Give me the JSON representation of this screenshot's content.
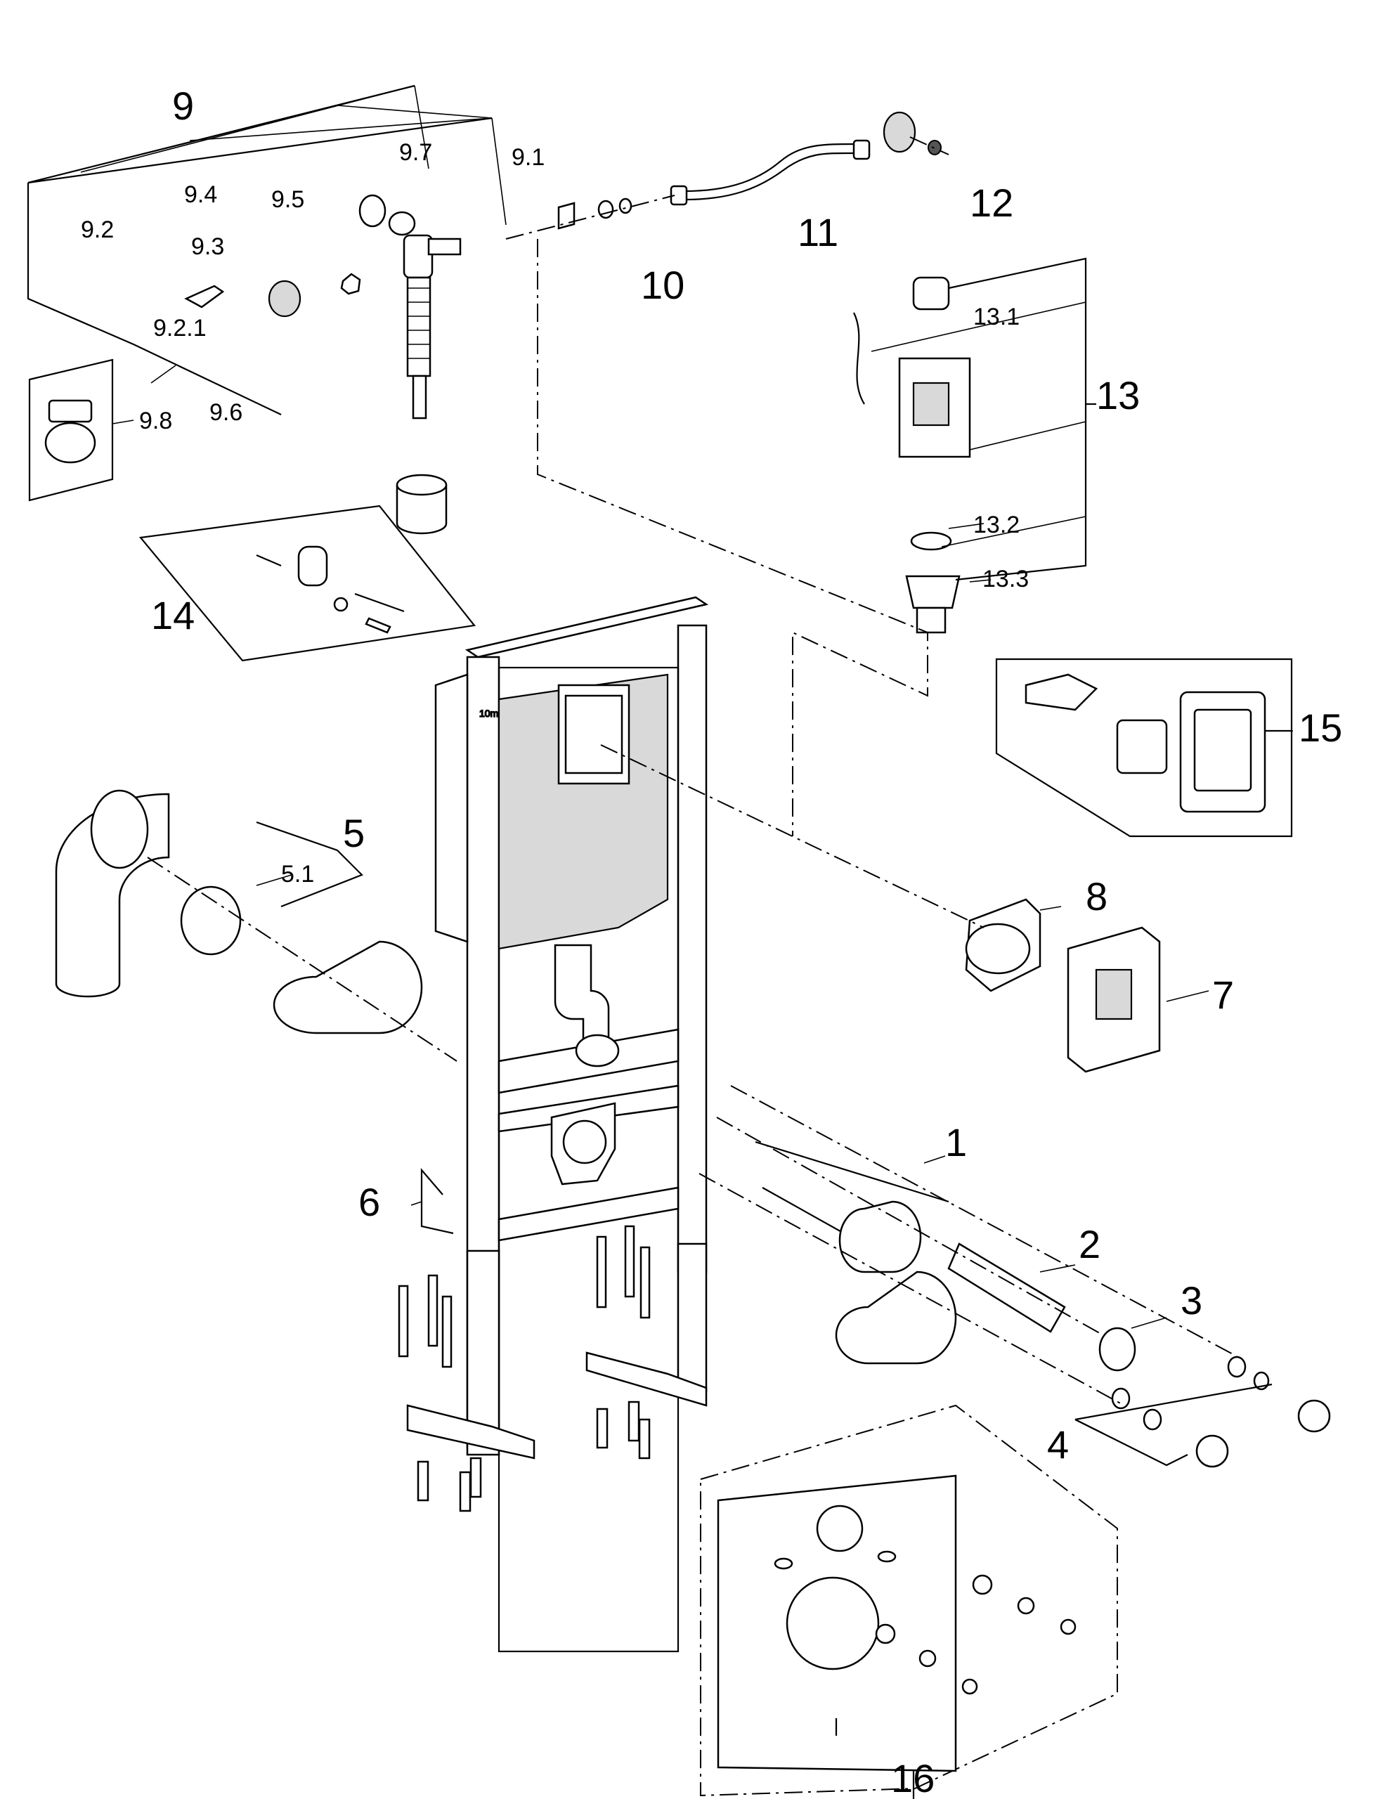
{
  "callouts": {
    "p1": "1",
    "p2": "2",
    "p3": "3",
    "p4": "4",
    "p5": "5",
    "p5_1": "5.1",
    "p6": "6",
    "p7": "7",
    "p8": "8",
    "p9": "9",
    "p9_1": "9.1",
    "p9_2": "9.2",
    "p9_2_1": "9.2.1",
    "p9_3": "9.3",
    "p9_4": "9.4",
    "p9_5": "9.5",
    "p9_6": "9.6",
    "p9_7": "9.7",
    "p9_8": "9.8",
    "p10": "10",
    "p11": "11",
    "p12": "12",
    "p13": "13",
    "p13_1": "13.1",
    "p13_2": "13.2",
    "p13_3": "13.3",
    "p14": "14",
    "p15": "15",
    "p16": "16"
  },
  "frame_marking": "10m"
}
